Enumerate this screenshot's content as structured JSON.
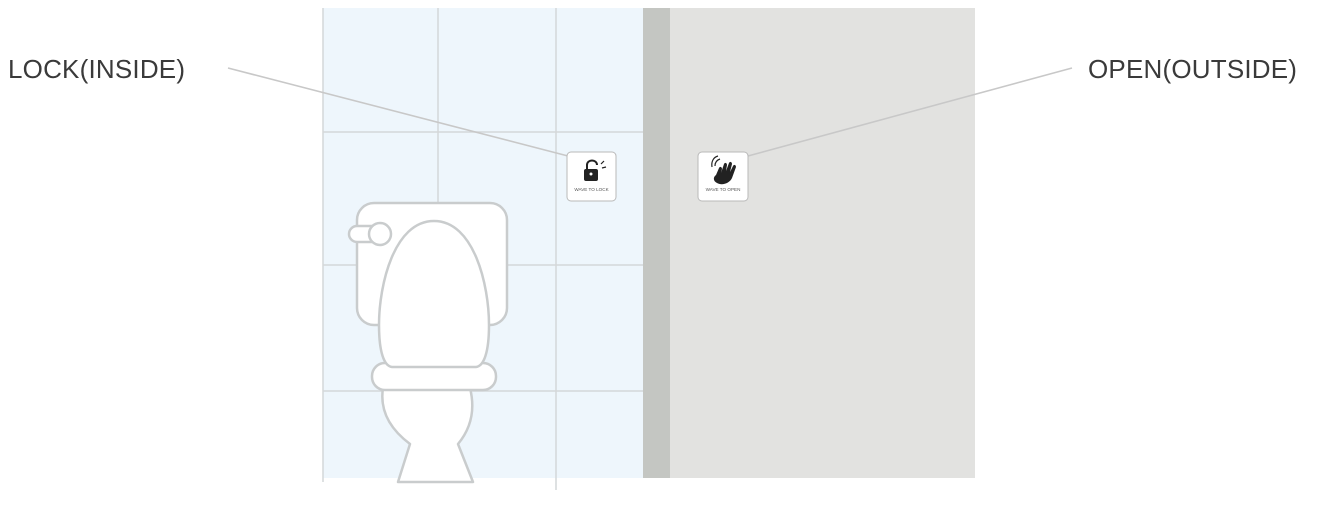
{
  "callouts": {
    "inside_label": "LOCK(INSIDE)",
    "outside_label": "OPEN(OUTSIDE)"
  },
  "signs": {
    "inside_sign_text": "WAVE TO LOCK",
    "outside_sign_text": "WAVE TO OPEN",
    "inside_sign_icon": "padlock-icon",
    "outside_sign_icon": "waving-hand-icon"
  },
  "colors": {
    "tile_wall": "#eef6fc",
    "tile_grout": "#d4d7d9",
    "door_edge": "#c4c6c2",
    "door_face": "#e2e2e0",
    "leader_line": "#c8c8c8",
    "label_text": "#3a3a3a"
  }
}
